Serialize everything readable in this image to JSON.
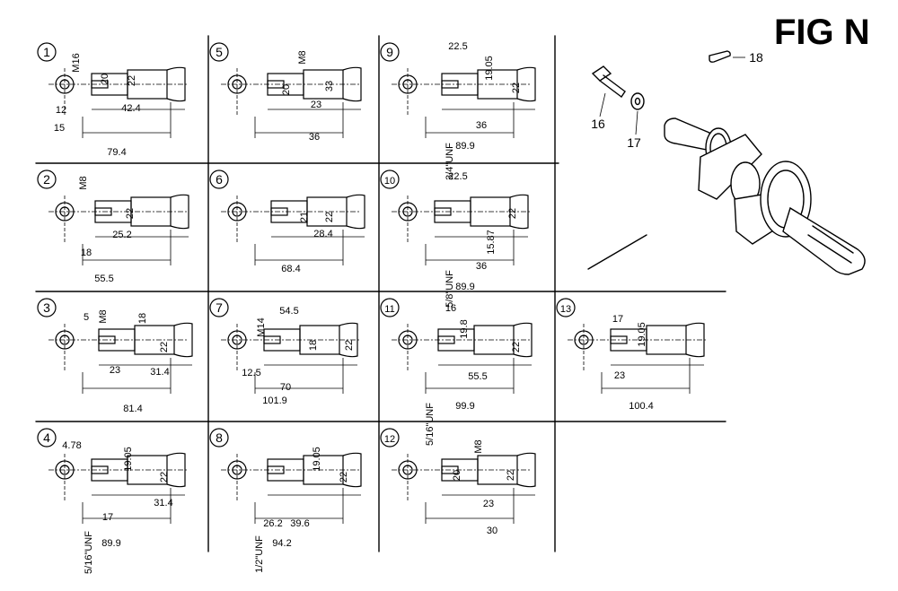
{
  "figure": {
    "title": "FIG N"
  },
  "parts": [
    {
      "n": "1",
      "dims": [
        "M16",
        "20",
        "22",
        "12",
        "15",
        "42.4",
        "79.4"
      ]
    },
    {
      "n": "2",
      "dims": [
        "M8",
        "22",
        "25.2",
        "18",
        "55.5"
      ]
    },
    {
      "n": "3",
      "dims": [
        "5",
        "M8",
        "18",
        "22",
        "23",
        "31.4",
        "81.4"
      ]
    },
    {
      "n": "4",
      "dims": [
        "4.78",
        "19.05",
        "22",
        "17",
        "31.4",
        "5/16\"UNF",
        "89.9"
      ]
    },
    {
      "n": "5",
      "dims": [
        "M8",
        "20",
        "33",
        "23",
        "36"
      ]
    },
    {
      "n": "6",
      "dims": [
        "21",
        "22",
        "28.4",
        "68.4"
      ]
    },
    {
      "n": "7",
      "dims": [
        "M14",
        "54.5",
        "18",
        "22",
        "12.5",
        "70",
        "101.9"
      ]
    },
    {
      "n": "8",
      "dims": [
        "19.05",
        "22",
        "1/2\"UNF",
        "26.2",
        "39.6",
        "94.2"
      ]
    },
    {
      "n": "9",
      "dims": [
        "22.5",
        "19.05",
        "22",
        "3/4\"UNF",
        "36",
        "89.9"
      ]
    },
    {
      "n": "10",
      "dims": [
        "22.5",
        "22",
        "15.87",
        "5/8\"UNF",
        "36",
        "89.9"
      ]
    },
    {
      "n": "11",
      "dims": [
        "16",
        "19.8",
        "22",
        "5/16\"UNF",
        "55.5",
        "99.9"
      ]
    },
    {
      "n": "12",
      "dims": [
        "M8",
        "20",
        "22",
        "23",
        "30"
      ]
    },
    {
      "n": "13",
      "dims": [
        "17",
        "19.05",
        "23",
        "100.4"
      ]
    }
  ],
  "callouts": [
    "16",
    "17",
    "18"
  ]
}
